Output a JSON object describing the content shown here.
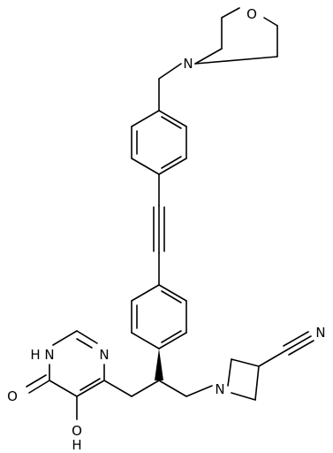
{
  "molecule": {
    "atoms": {
      "O_morpholine": "O",
      "N_morpholine": "N",
      "N_pyrimidine_3": "N",
      "NH_pyrimidine_1": "N",
      "H_pyrimidine_1": "H",
      "O_carbonyl": "O",
      "O_hydroxy": "O",
      "H_hydroxy": "H",
      "N_azetidine": "N",
      "N_nitrile": "N"
    }
  }
}
